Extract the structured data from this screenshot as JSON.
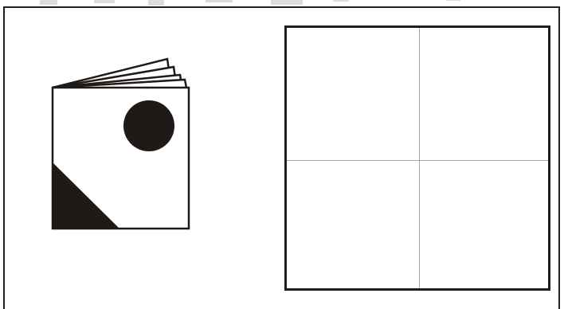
{
  "watermark": {
    "color": "#dcdcdc"
  },
  "illustration": {
    "icon": "booklet-icon",
    "fill_color": "#1f1a17",
    "page_count": 4
  },
  "layout_grid": {
    "rows": 2,
    "columns": 2,
    "border_color": "#1e1e1e",
    "divider_color": "#a8a8a8"
  }
}
